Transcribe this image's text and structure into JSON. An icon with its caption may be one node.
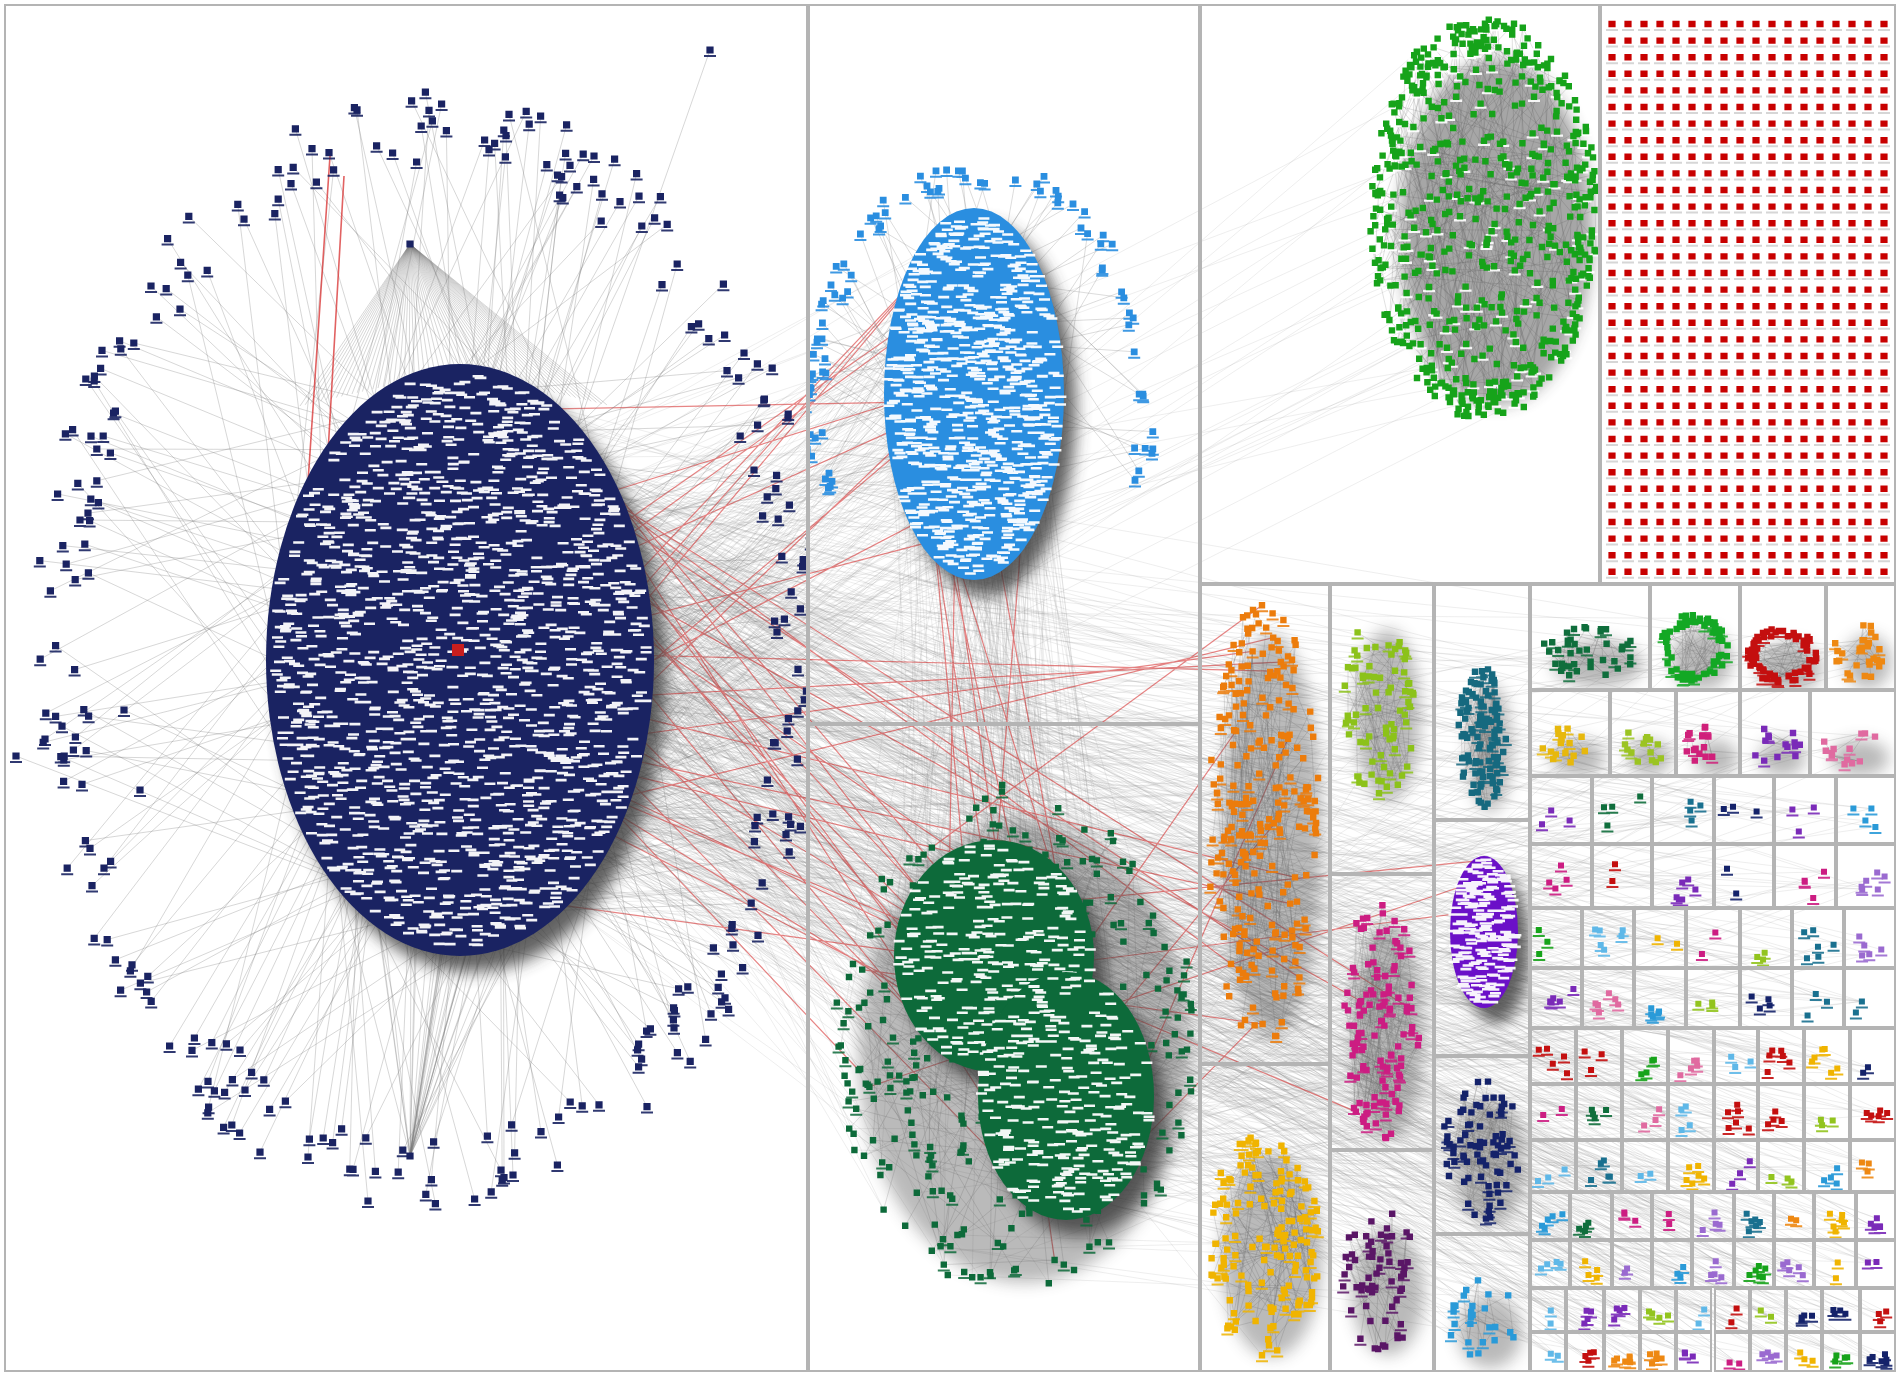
{
  "diagram": {
    "nodes": [
      {
        "text": [],
        "shape": "box"
      },
      {
        "text": [],
        "shape": "box"
      },
      {
        "text": [],
        "shape": "box"
      },
      {
        "text": [],
        "shape": "box"
      },
      {
        "text": [],
        "shape": "box"
      },
      {
        "text": [],
        "shape": "box"
      },
      {
        "text": [],
        "shape": "box"
      },
      {
        "text": [],
        "shape": "box"
      },
      {
        "text": [],
        "shape": "box"
      },
      {
        "text": [],
        "shape": "box"
      },
      {
        "text": [],
        "shape": "box"
      },
      {
        "text": [],
        "shape": "box"
      },
      {
        "text": [],
        "shape": "box"
      },
      {
        "text": [],
        "shape": "box"
      },
      {
        "text": [],
        "shape": "box"
      },
      {
        "text": [],
        "shape": "box"
      },
      {
        "text": [],
        "shape": "box"
      },
      {
        "text": [],
        "shape": "box"
      },
      {
        "text": [],
        "shape": "box"
      },
      {
        "text": [],
        "shape": "box"
      },
      {
        "text": [],
        "shape": "box"
      },
      {
        "text": [],
        "shape": "box"
      },
      {
        "text": [],
        "shape": "box"
      },
      {
        "text": [],
        "shape": "box"
      },
      {
        "text": [],
        "shape": "box"
      },
      {
        "text": [],
        "shape": "box"
      },
      {
        "text": [],
        "shape": "box"
      },
      {
        "text": [],
        "shape": "box"
      },
      {
        "text": [],
        "shape": "box"
      },
      {
        "text": [],
        "shape": "box"
      },
      {
        "text": [],
        "shape": "box"
      },
      {
        "text": [],
        "shape": "box"
      },
      {
        "text": [],
        "shape": "box"
      },
      {
        "text": [],
        "shape": "box"
      },
      {
        "text": [],
        "shape": "box"
      },
      {
        "text": [],
        "shape": "box"
      },
      {
        "text": [],
        "shape": "box"
      },
      {
        "text": [],
        "shape": "box"
      },
      {
        "text": [],
        "shape": "box"
      },
      {
        "text": [],
        "shape": "box"
      },
      {
        "text": [],
        "shape": "box"
      },
      {
        "text": [],
        "shape": "box"
      },
      {
        "text": [],
        "shape": "box"
      },
      {
        "text": [],
        "shape": "box"
      },
      {
        "text": [],
        "shape": "box"
      },
      {
        "text": [],
        "shape": "box"
      },
      {
        "text": [],
        "shape": "box"
      },
      {
        "text": [],
        "shape": "box"
      },
      {
        "text": [],
        "shape": "box"
      },
      {
        "text": [],
        "shape": "box"
      },
      {
        "text": [],
        "shape": "box"
      },
      {
        "text": [],
        "shape": "box"
      },
      {
        "text": [],
        "shape": "box"
      },
      {
        "text": [],
        "shape": "box"
      },
      {
        "text": [],
        "shape": "box"
      },
      {
        "text": [],
        "shape": "box"
      },
      {
        "text": [],
        "shape": "box"
      },
      {
        "text": [],
        "shape": "box"
      },
      {
        "text": [],
        "shape": "box"
      },
      {
        "text": [],
        "shape": "box"
      },
      {
        "text": [],
        "shape": "box"
      },
      {
        "text": [],
        "shape": "box"
      },
      {
        "text": [],
        "shape": "box"
      },
      {
        "text": [],
        "shape": "box"
      },
      {
        "text": [],
        "shape": "box"
      },
      {
        "text": [],
        "shape": "box"
      },
      {
        "text": [],
        "shape": "box"
      },
      {
        "text": [],
        "shape": "box"
      },
      {
        "text": [],
        "shape": "box"
      },
      {
        "text": [],
        "shape": "box"
      },
      {
        "text": [],
        "shape": "box"
      },
      {
        "text": [],
        "shape": "box"
      },
      {
        "text": [],
        "shape": "box"
      },
      {
        "text": [],
        "shape": "box"
      },
      {
        "text": [],
        "shape": "box"
      },
      {
        "text": [],
        "shape": "box"
      },
      {
        "text": [],
        "shape": "box"
      },
      {
        "text": [],
        "shape": "box"
      },
      {
        "text": [],
        "shape": "box"
      },
      {
        "text": [],
        "shape": "box"
      },
      {
        "text": [],
        "shape": "box"
      },
      {
        "text": [],
        "shape": "box"
      },
      {
        "text": [],
        "shape": "box"
      },
      {
        "text": [],
        "shape": "box"
      },
      {
        "text": [],
        "shape": "box"
      },
      {
        "text": [],
        "shape": "box"
      },
      {
        "text": [],
        "shape": "box"
      },
      {
        "text": [],
        "shape": "box"
      },
      {
        "text": [],
        "shape": "box"
      },
      {
        "text": [],
        "shape": "box"
      },
      {
        "text": [],
        "shape": "box"
      },
      {
        "text": [],
        "shape": "box"
      },
      {
        "text": [],
        "shape": "box"
      },
      {
        "text": [],
        "shape": "box"
      },
      {
        "text": [],
        "shape": "box"
      },
      {
        "text": [],
        "shape": "box"
      },
      {
        "text": [],
        "shape": "box"
      },
      {
        "text": [],
        "shape": "box"
      },
      {
        "text": [],
        "shape": "box"
      },
      {
        "text": [],
        "shape": "box"
      },
      {
        "text": [],
        "shape": "box"
      },
      {
        "text": [],
        "shape": "box"
      },
      {
        "text": [],
        "shape": "box"
      },
      {
        "text": [],
        "shape": "box"
      },
      {
        "text": [],
        "shape": "box"
      },
      {
        "text": [],
        "shape": "box"
      },
      {
        "text": [],
        "shape": "box"
      },
      {
        "text": [],
        "shape": "box"
      },
      {
        "text": [],
        "shape": "box"
      },
      {
        "text": [],
        "shape": "box"
      },
      {
        "text": [],
        "shape": "box"
      }
    ]
  }
}
